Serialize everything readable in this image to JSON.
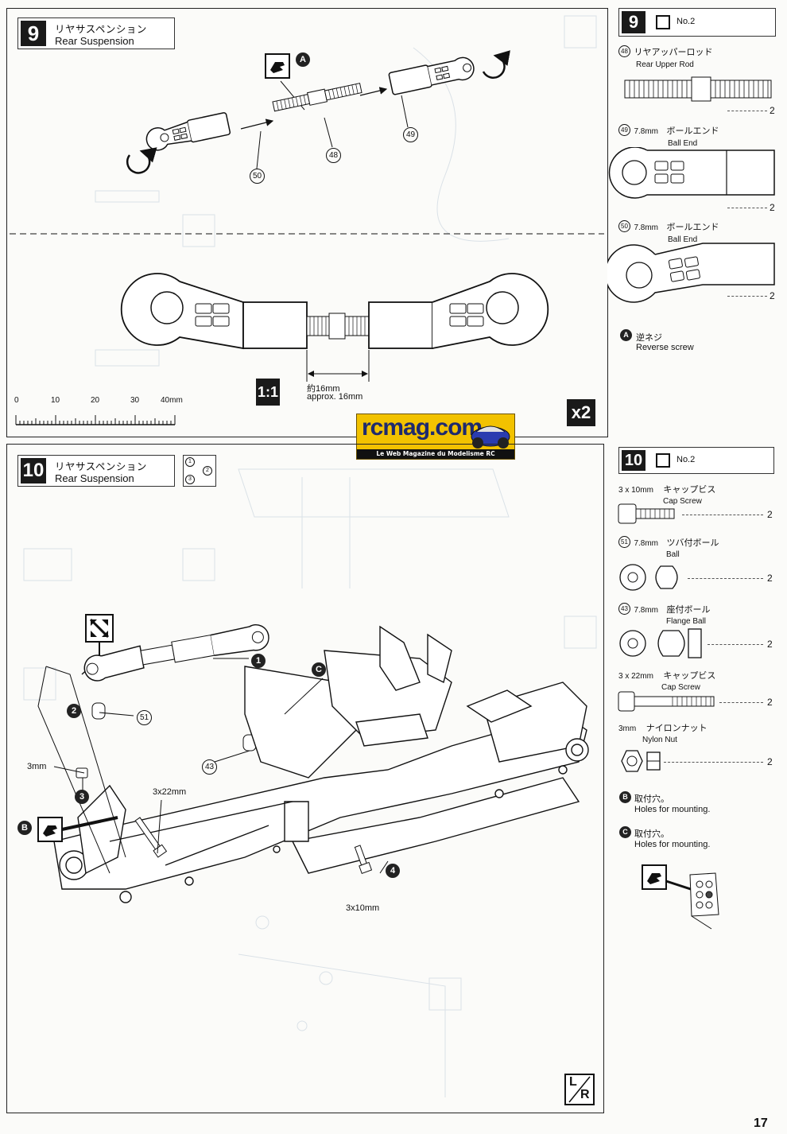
{
  "step9": {
    "number": "9",
    "title_jp": "リヤサスペンション",
    "title_en": "Rear Suspension",
    "part_label_a": "A",
    "part_48": "48",
    "part_49": "49",
    "part_50": "50",
    "length_jp": "約16mm",
    "length_en": "approx. 16mm",
    "scale_label": "1:1",
    "ruler_ticks": [
      "0",
      "10",
      "20",
      "30",
      "40mm"
    ],
    "multiplier": "x2"
  },
  "step9_parts": {
    "number": "9",
    "bag": "No.2",
    "items": [
      {
        "id": "48",
        "jp": "リヤアッパーロッド",
        "en": "Rear Upper Rod",
        "qty": "2"
      },
      {
        "id": "49",
        "size": "7.8mm",
        "jp": "ボールエンド",
        "en": "Ball End",
        "qty": "2"
      },
      {
        "id": "50",
        "size": "7.8mm",
        "jp": "ボールエンド",
        "en": "Ball End",
        "qty": "2"
      }
    ],
    "note_id": "A",
    "note_jp": "逆ネジ",
    "note_en": "Reverse screw"
  },
  "step10": {
    "number": "10",
    "title_jp": "リヤサスペンション",
    "title_en": "Rear Suspension",
    "order": [
      "1",
      "2",
      "3"
    ],
    "callouts": {
      "c1": "1",
      "c2": "2",
      "c3": "3",
      "c4": "4",
      "p51": "51",
      "p43": "43",
      "b": "B",
      "c": "C",
      "m3": "3mm",
      "s322": "3x22mm",
      "s310": "3x10mm"
    },
    "lr_top": "L",
    "lr_bottom": "R"
  },
  "step10_parts": {
    "number": "10",
    "bag": "No.2",
    "items": [
      {
        "size": "3 x 10mm",
        "jp": "キャップビス",
        "en": "Cap Screw",
        "qty": "2"
      },
      {
        "id": "51",
        "size": "7.8mm",
        "jp": "ツバ付ボール",
        "en": "Ball",
        "qty": "2"
      },
      {
        "id": "43",
        "size": "7.8mm",
        "jp": "座付ボール",
        "en": "Flange Ball",
        "qty": "2"
      },
      {
        "size": "3 x 22mm",
        "jp": "キャップビス",
        "en": "Cap Screw",
        "qty": "2"
      },
      {
        "size": "3mm",
        "jp": "ナイロンナット",
        "en": "Nylon Nut",
        "qty": "2"
      }
    ],
    "notes": [
      {
        "id": "B",
        "jp": "取付穴。",
        "en": "Holes for mounting."
      },
      {
        "id": "C",
        "jp": "取付穴。",
        "en": "Holes for mounting."
      }
    ]
  },
  "logo": {
    "text": "rcmag.com",
    "tagline": "Le Web Magazine du Modelisme RC"
  },
  "page_number": "17"
}
